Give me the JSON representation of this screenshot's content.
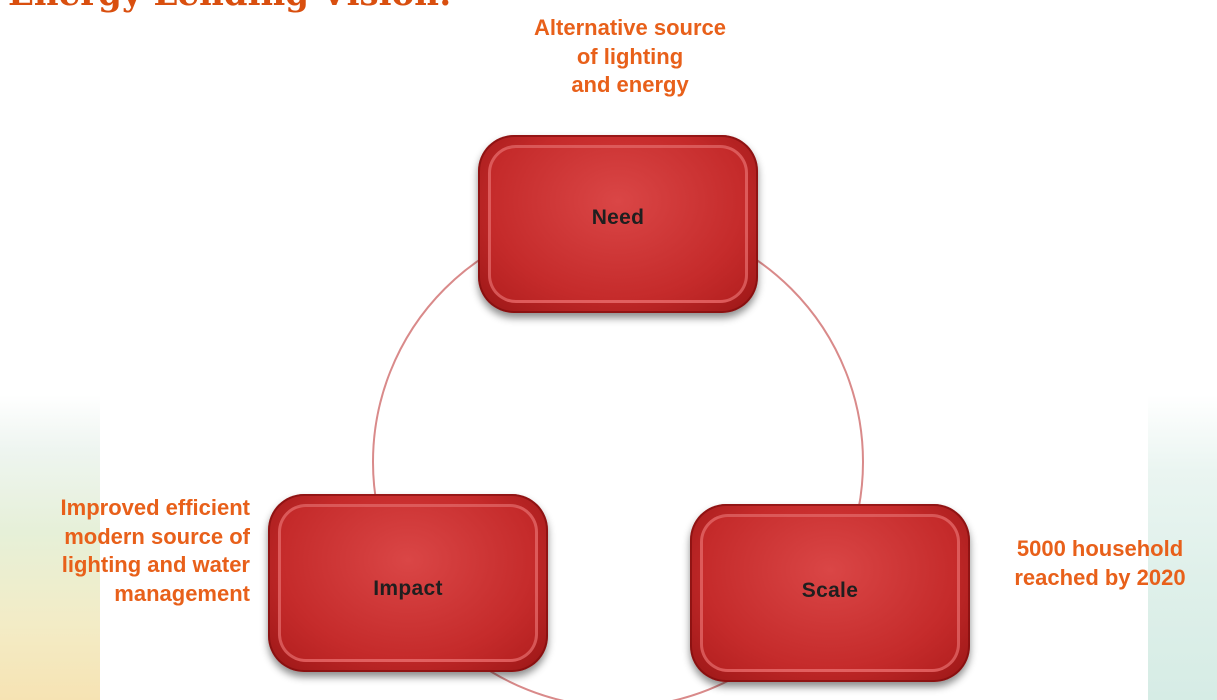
{
  "title": "Energy Lending Vision:",
  "nodes": {
    "need": {
      "label": "Need",
      "annotation": [
        "Alternative source",
        "of lighting",
        "and energy"
      ]
    },
    "impact": {
      "label": "Impact",
      "annotation": [
        "Improved efficient",
        "modern source of",
        "lighting and water",
        "management"
      ]
    },
    "scale": {
      "label": "Scale",
      "annotation": [
        "5000 household",
        "reached by 2020"
      ]
    }
  },
  "colors": {
    "title": "#d94f0f",
    "annotation": "#e8601a",
    "box": "#c52a2a",
    "cycle_line": "#d98a8a"
  }
}
